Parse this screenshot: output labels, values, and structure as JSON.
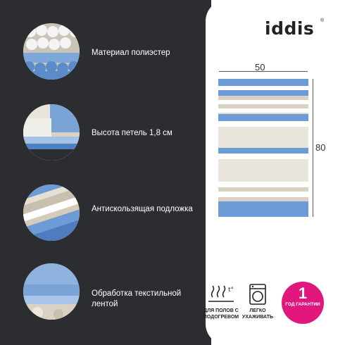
{
  "brand": {
    "name": "iddis",
    "reg": "®"
  },
  "features": [
    {
      "label": "Материал полиэстер"
    },
    {
      "label": "Высота петель 1,8 см"
    },
    {
      "label": "Антискользящая подложка"
    },
    {
      "label": "Обработка текстильной лентой"
    }
  ],
  "dimensions": {
    "width": "50",
    "height": "80"
  },
  "badges": [
    {
      "icon": "heated-floor-icon",
      "label": "ДЛЯ ПОЛОВ С ПОДОГРЕВОМ"
    },
    {
      "icon": "washing-machine-icon",
      "label": "ЛЕГКО УХАЖИВАТЬ"
    }
  ],
  "guarantee": {
    "number": "1",
    "text": "ГОД ГАРАНТИИ",
    "color": "#e2177d"
  },
  "colors": {
    "background_dark": "#2c2d30",
    "rug_blue": "#6d9bd6",
    "rug_beige": "#d9d2c4",
    "rug_white": "#ffffff"
  }
}
